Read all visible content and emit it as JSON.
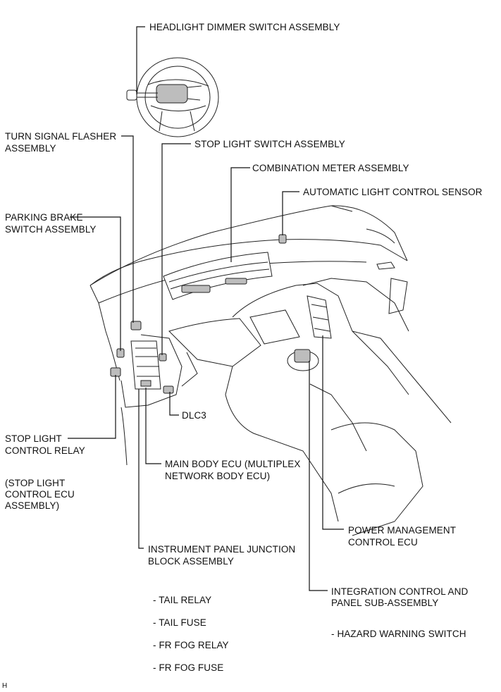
{
  "labels": {
    "headlight_dimmer": "HEADLIGHT DIMMER SWITCH ASSEMBLY",
    "turn_signal_1": "TURN SIGNAL FLASHER",
    "turn_signal_2": "ASSEMBLY",
    "stop_light_switch": "STOP LIGHT SWITCH ASSEMBLY",
    "combination_meter": "COMBINATION METER ASSEMBLY",
    "auto_light_sensor": "AUTOMATIC LIGHT CONTROL SENSOR",
    "parking_brake_1": "PARKING BRAKE",
    "parking_brake_2": "SWITCH ASSEMBLY",
    "dlc3": "DLC3",
    "stop_light_relay_1": "STOP LIGHT",
    "stop_light_relay_2": "CONTROL RELAY",
    "stop_light_ecu_1": "(STOP LIGHT",
    "stop_light_ecu_2": "CONTROL ECU",
    "stop_light_ecu_3": "ASSEMBLY)",
    "main_body_ecu_1": "MAIN BODY ECU (MULTIPLEX",
    "main_body_ecu_2": "NETWORK BODY ECU)",
    "power_mgmt_1": "POWER MANAGEMENT",
    "power_mgmt_2": "CONTROL ECU",
    "ip_junction_1": "INSTRUMENT PANEL JUNCTION",
    "ip_junction_2": "BLOCK ASSEMBLY",
    "integration_1": "INTEGRATION CONTROL AND",
    "integration_2": "PANEL SUB-ASSEMBLY",
    "tail_relay": "- TAIL RELAY",
    "tail_fuse": "- TAIL FUSE",
    "fr_fog_relay": "- FR FOG RELAY",
    "fr_fog_fuse": "- FR FOG FUSE",
    "hazard_switch": "- HAZARD WARNING SWITCH",
    "corner_mark": "H"
  }
}
